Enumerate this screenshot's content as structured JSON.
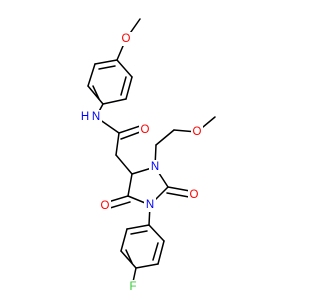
{
  "atoms": {
    "o_ether_top": {
      "label": "O",
      "color": "#ff0000"
    },
    "n_amide": {
      "label": "N",
      "color": "#0000ff"
    },
    "h_amide": {
      "label": "H",
      "color": "#0000ff"
    },
    "o_amide": {
      "label": "O",
      "color": "#ff0000"
    },
    "o_ether_side": {
      "label": "O",
      "color": "#ff0000"
    },
    "n_ring_upper": {
      "label": "N",
      "color": "#0000ff"
    },
    "n_ring_lower": {
      "label": "N",
      "color": "#0000ff"
    },
    "o_c4": {
      "label": "O",
      "color": "#ff0000"
    },
    "o_c2": {
      "label": "O",
      "color": "#ff0000"
    },
    "f": {
      "label": "F",
      "color": "#33cc33"
    }
  }
}
